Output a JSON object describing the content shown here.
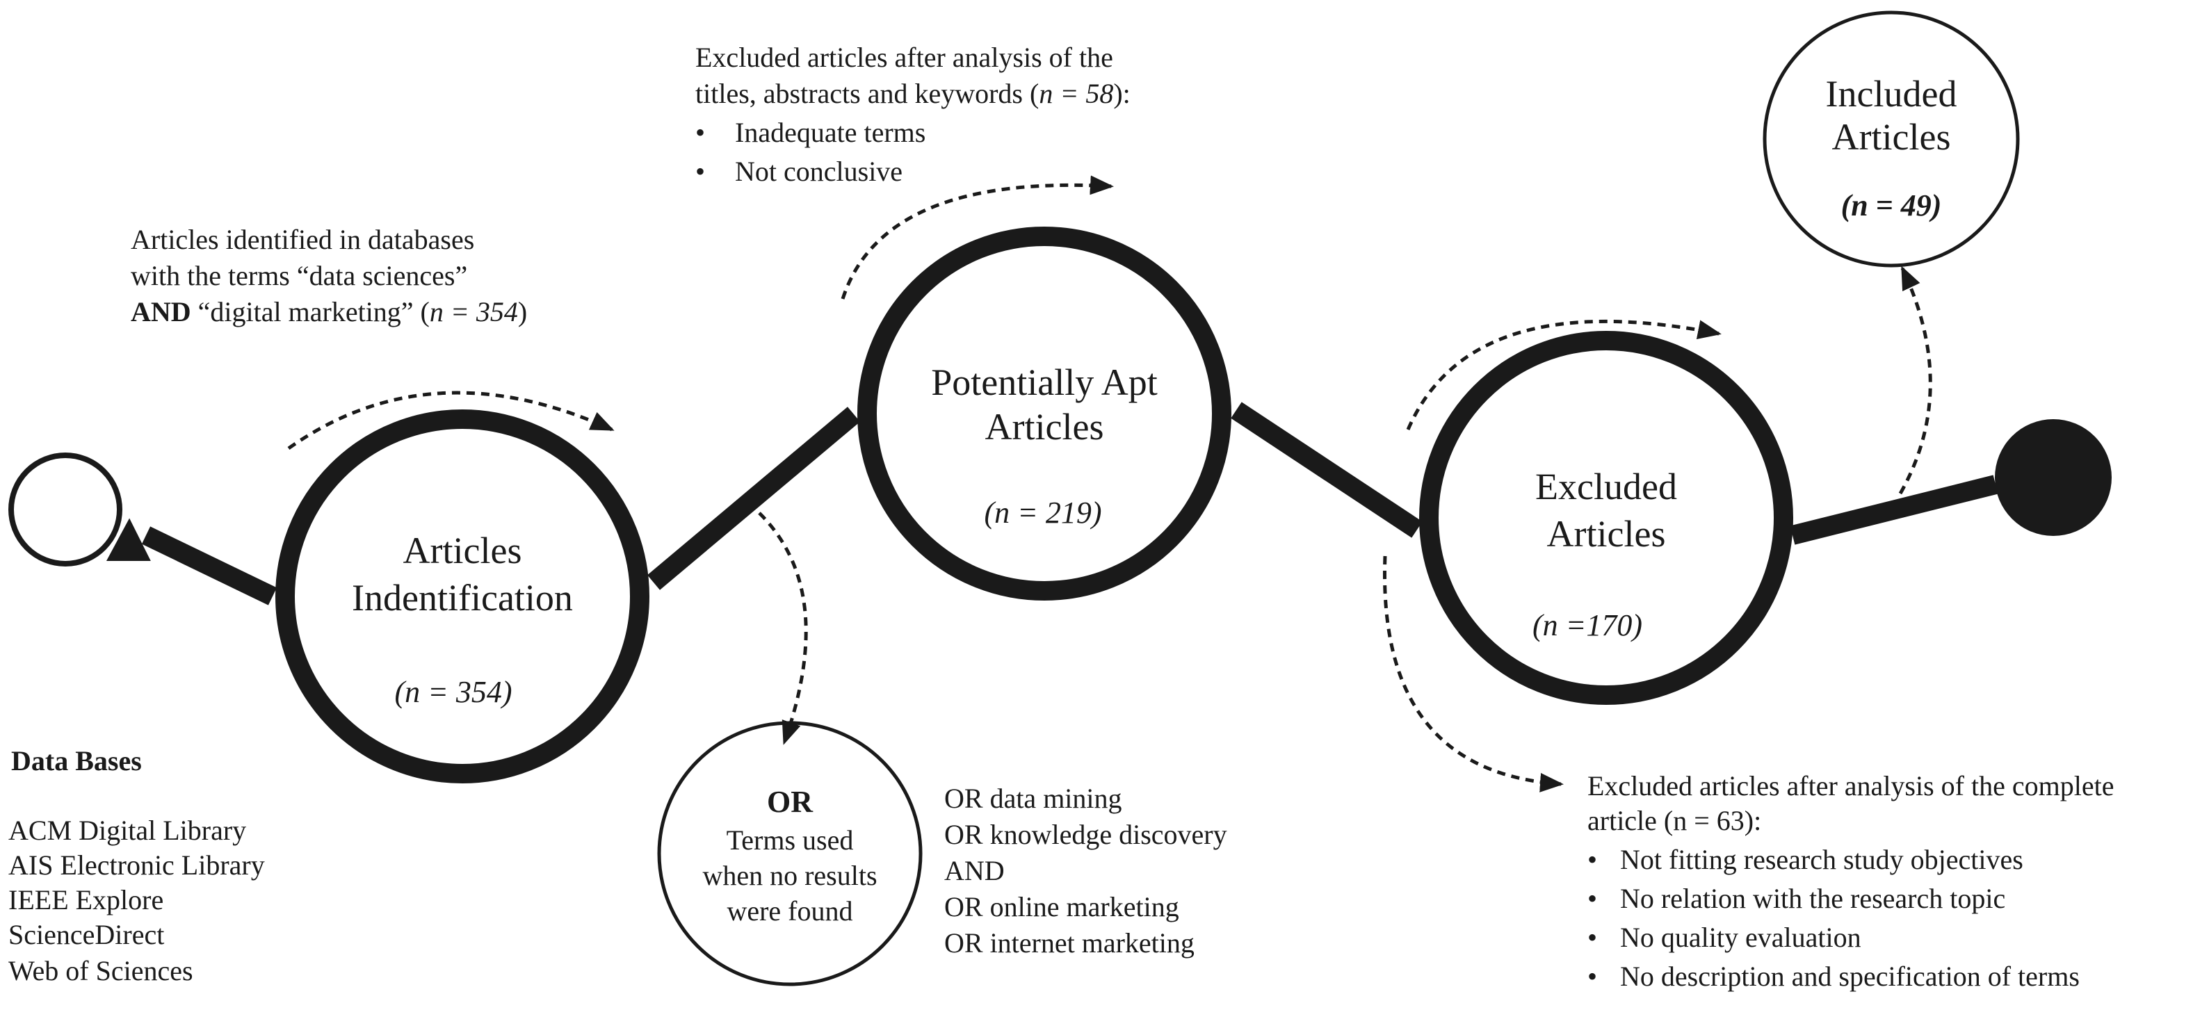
{
  "nodes": {
    "identification": {
      "label_line1": "Articles",
      "label_line2": "Indentification",
      "count": "(n = 354)"
    },
    "potentially_apt": {
      "label_line1": "Potentially Apt",
      "label_line2": "Articles",
      "count": "(n = 219)"
    },
    "excluded": {
      "label_line1": "Excluded",
      "label_line2": "Articles",
      "count": "(n =170)"
    },
    "included": {
      "label_line1": "Included",
      "label_line2": "Articles",
      "count": "(n = 49)"
    },
    "or_terms": {
      "title": "OR",
      "line1": "Terms used",
      "line2": "when no results",
      "line3": "were found"
    }
  },
  "annotations": {
    "identified": {
      "line1": "Articles identified in databases",
      "line2": "with the terms “data sciences”",
      "line3_bold": "AND",
      "line3_rest": " “digital marketing” (",
      "line3_n": "n = 354",
      "line3_close": ")"
    },
    "excluded_titles": {
      "line1": "Excluded articles after analysis of the",
      "line2_start": "titles, abstracts and keywords (",
      "line2_n": "n = 58",
      "line2_end": "):",
      "bullets": [
        "Inadequate terms",
        "Not conclusive"
      ]
    },
    "excluded_complete": {
      "line1": "Excluded articles after analysis of the complete",
      "line2": "article (n = 63):",
      "bullets": [
        "Not fitting research study objectives",
        "No relation with the research topic",
        "No quality evaluation",
        "No description and specification of terms"
      ]
    },
    "data_bases": {
      "title": "Data Bases",
      "items": [
        "ACM Digital Library",
        "AIS Electronic Library",
        "IEEE Explore",
        "ScienceDirect",
        "Web of Sciences"
      ]
    },
    "or_list": {
      "items": [
        "OR data mining",
        "OR knowledge discovery",
        "AND",
        "OR online marketing",
        "OR internet marketing"
      ]
    }
  },
  "colors": {
    "line": "#1a1a1a",
    "background": "#ffffff"
  },
  "bullet_glyph": "•"
}
